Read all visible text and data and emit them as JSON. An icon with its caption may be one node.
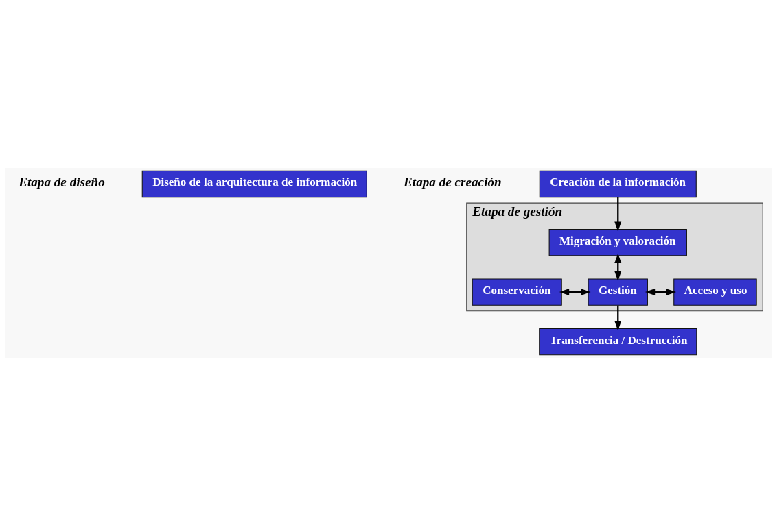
{
  "diagram": {
    "nodes": [
      {
        "text": [
          "Diseño de la arquitectura de información"
        ],
        "beside": [
          "Etapa de diseño"
        ]
      },
      {
        "text": [
          "Creación de la información"
        ],
        "beside": [
          "Etapa de creación"
        ]
      },
      {
        "text": [
          "Etapa de gestión"
        ]
      },
      {
        "text": [
          "Migración y valoración"
        ],
        "in": 2
      },
      {
        "text": [
          "Conservación"
        ],
        "in": 2
      },
      {
        "text": [
          "Gestión"
        ],
        "in": 2
      },
      {
        "text": [
          "Acceso y uso"
        ],
        "in": 2
      },
      {
        "text": [
          "Transferencia / Destrucción"
        ]
      }
    ],
    "edges": [
      {
        "from": 1,
        "to": 3,
        "arrow": "to"
      },
      {
        "from": 3,
        "to": 5,
        "arrow": "both"
      },
      {
        "from": 4,
        "to": 5,
        "arrow": "both"
      },
      {
        "from": 5,
        "to": 6,
        "arrow": "both"
      },
      {
        "from": 5,
        "to": 7,
        "arrow": "to"
      }
    ]
  }
}
